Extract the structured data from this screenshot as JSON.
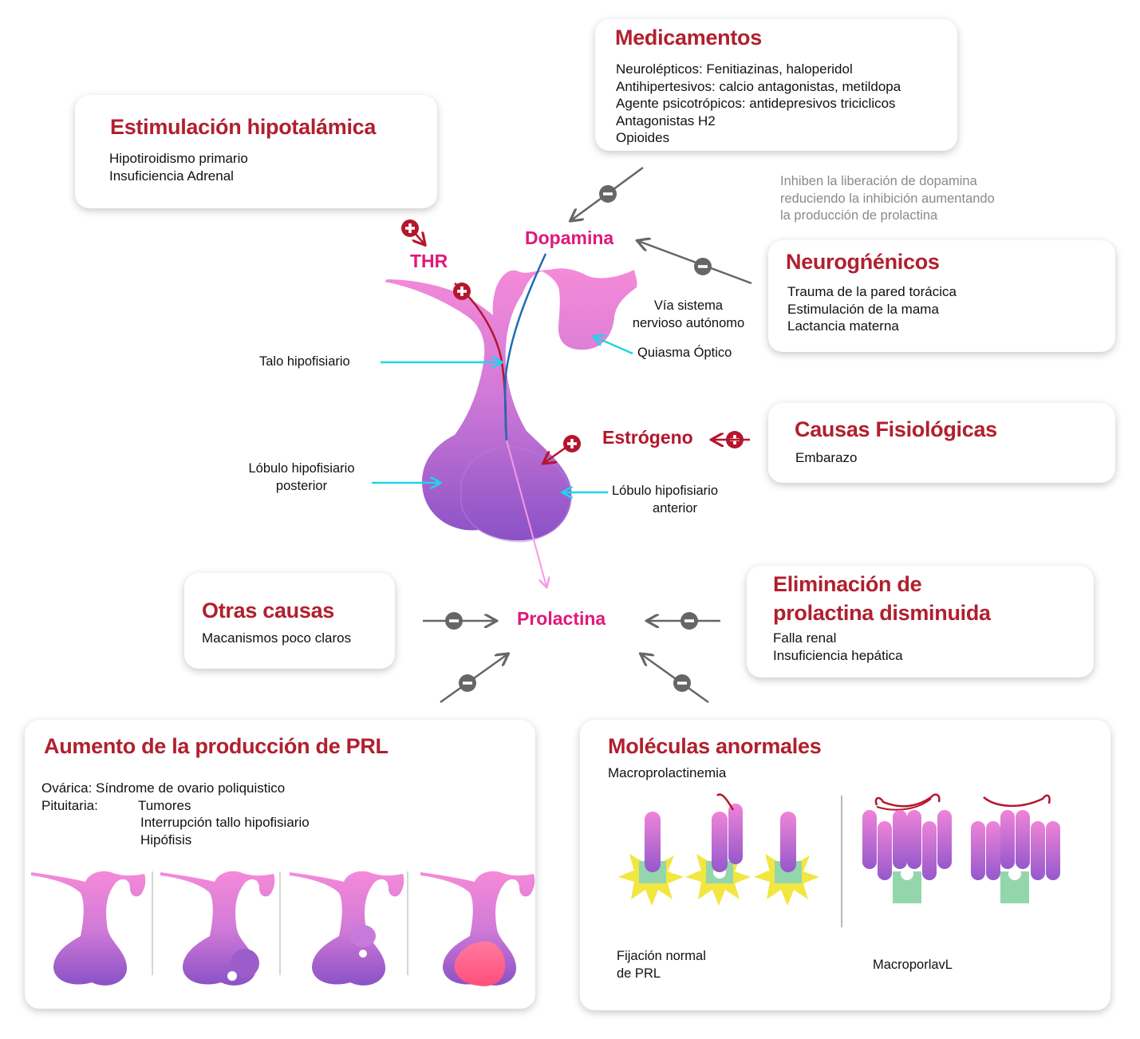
{
  "colors": {
    "title_red": "#b0202e",
    "label_pink": "#e0187a",
    "plus_red": "#b5162c",
    "minus_gray": "#666666",
    "pointer_cyan": "#1fd4ea",
    "gland_pink": "#ef84d8",
    "gland_purple": "#8e56c8",
    "tumor_pink": "#ff5f86",
    "receptor_green": "#93d6ac",
    "receptor_yellow": "#f2e640"
  },
  "cards": {
    "medicamentos": {
      "title": "Medicamentos",
      "lines": [
        "Neurolépticos: Fenitiazinas, haloperidol",
        "Antihipertesivos: calcio antagonistas, metildopa",
        "Agente psicotrópicos: antidepresivos triciclicos",
        "Antagonistas H2",
        "Opioides"
      ]
    },
    "estimulacion": {
      "title": "Estimulación hipotalámica",
      "lines": [
        "Hipotiroidismo primario",
        "Insuficiencia Adrenal"
      ]
    },
    "neurogenicos": {
      "title": "Neurogńénicos",
      "lines": [
        "Trauma de la pared torácica",
        "Estimulación de la mama",
        "Lactancia materna"
      ]
    },
    "fisiologicas": {
      "title": "Causas Fisiológicas",
      "lines": [
        "Embarazo"
      ]
    },
    "otras": {
      "title": "Otras causas",
      "lines": [
        "Macanismos poco claros"
      ]
    },
    "eliminacion": {
      "title_line1": "Eliminación de",
      "title_line2": "prolactina disminuida",
      "lines": [
        "Falla renal",
        "Insuficiencia hepática"
      ]
    },
    "aumento": {
      "title": "Aumento de la producción de PRL",
      "line1": "Ovárica: Síndrome de ovario poliquistico",
      "line2_label": "Pituitaria:",
      "line2_value": "Tumores",
      "line3": "Interrupción tallo hipofisiario",
      "line4": "Hipófisis"
    },
    "moleculas": {
      "title": "Moléculas anormales",
      "subtitle": "Macroprolactinemia",
      "caption_left_1": "Fijación normal",
      "caption_left_2": "de PRL",
      "caption_right": "MacroporlavL"
    }
  },
  "diagram": {
    "note": [
      "Inhiben la liberación de dopamina",
      "reduciendo la inhibición aumentando",
      "la producción de prolactina"
    ],
    "thr": "THR",
    "dopamina": "Dopamina",
    "estrogeno": "Estrógeno",
    "prolactina": "Prolactina",
    "via_sistema_1": "Vía sistema",
    "via_sistema_2": "nervioso autónomo",
    "quiasma": "Quiasma Óptico",
    "talo": "Talo hipofisiario",
    "posterior_1": "Lóbulo  hipofisiario",
    "posterior_2": "posterior",
    "anterior_1": "Lóbulo  hipofisiario",
    "anterior_2": "anterior"
  }
}
